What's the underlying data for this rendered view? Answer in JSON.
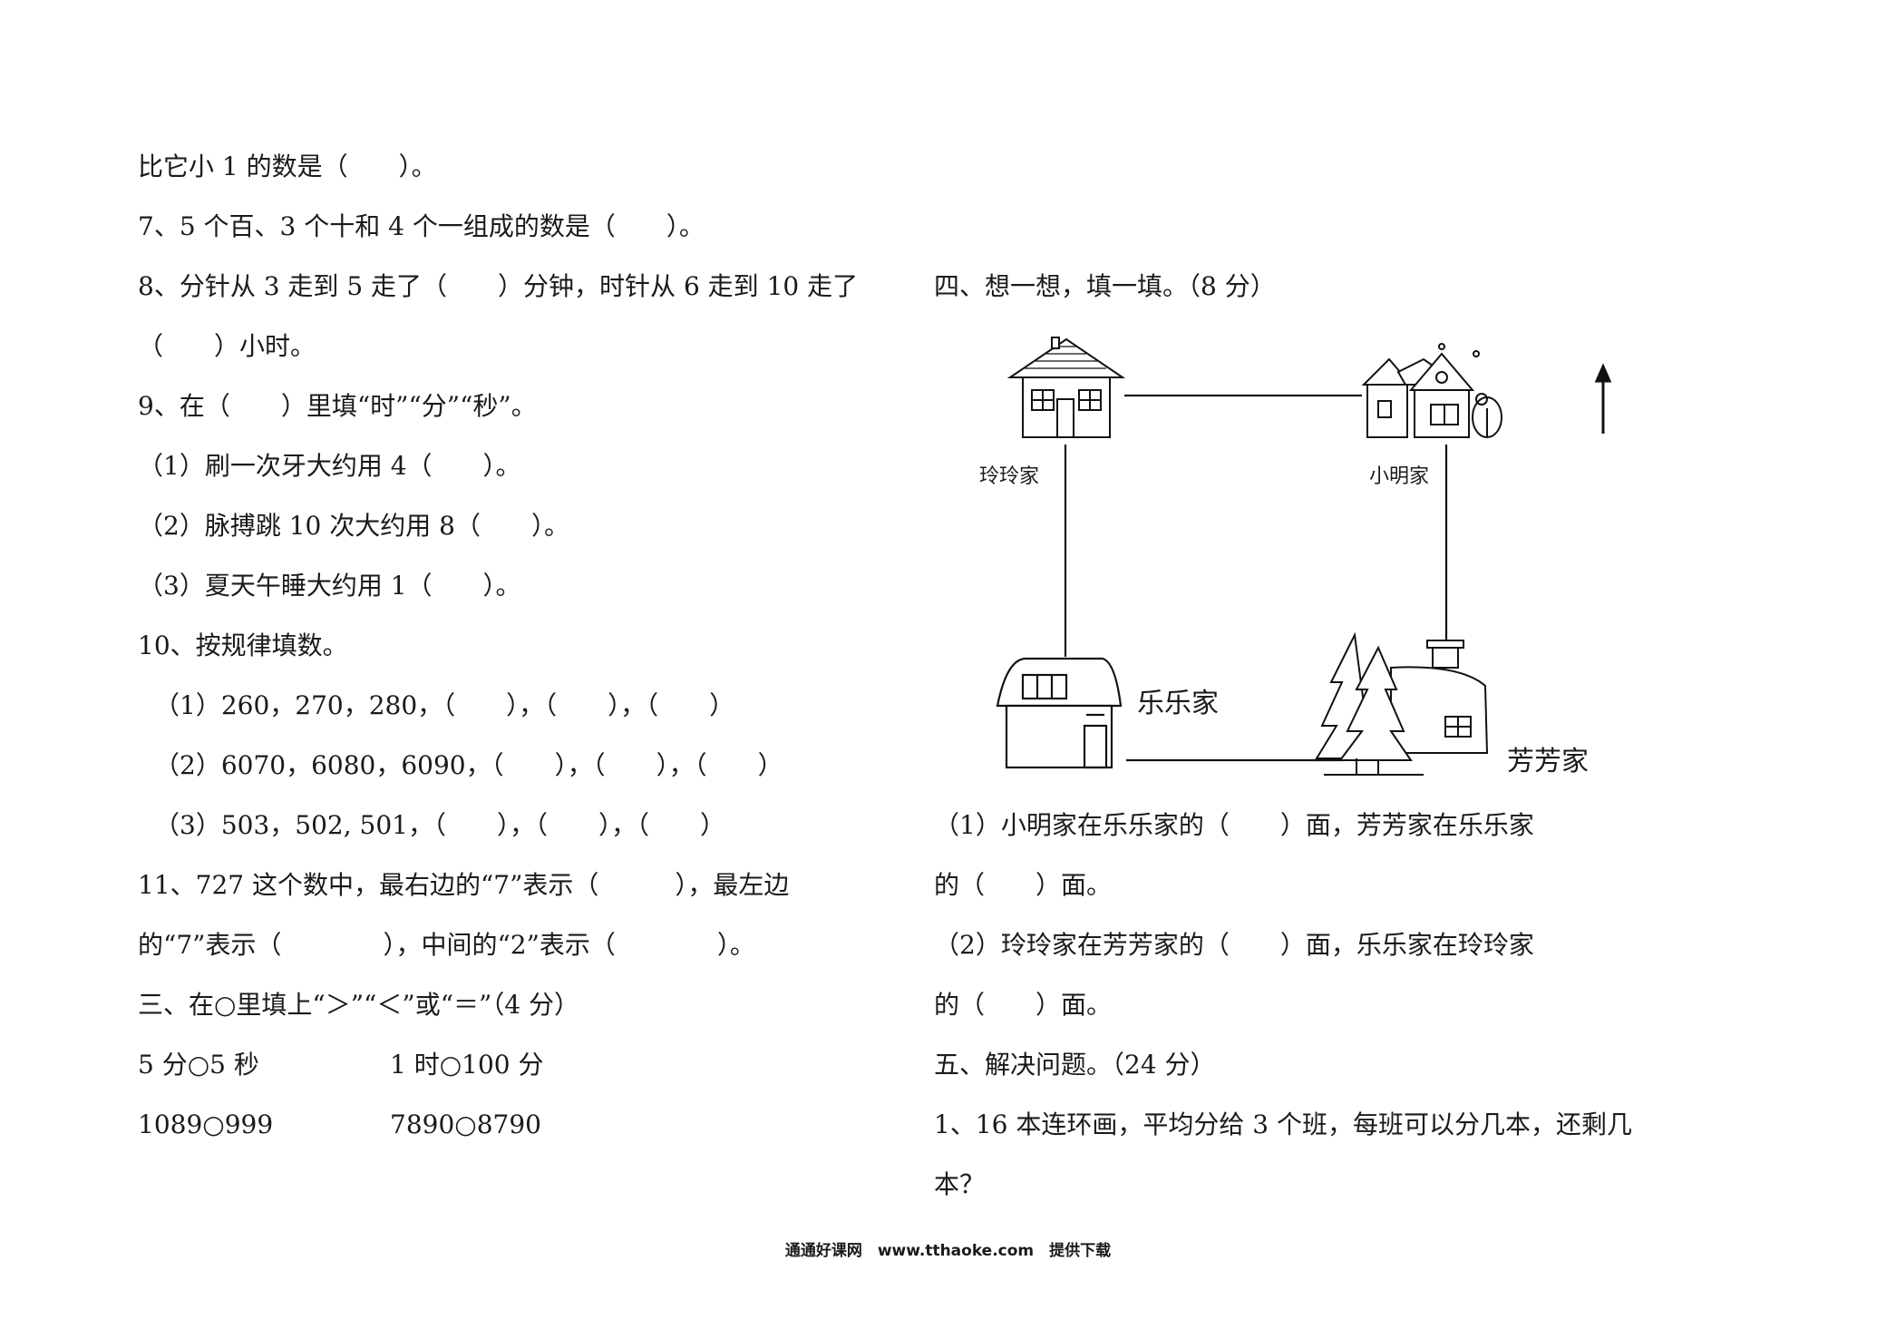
{
  "left": [
    "比它小 1 的数是（　　）。",
    "7、5 个百、3 个十和 4 个一组成的数是（　　）。",
    "8、分针从 3 走到 5 走了（　　）分钟，时针从 6 走到 10 走了",
    "（　　）小时。",
    "9、在（　　）里填“时”“分”“秒”。",
    "（1）刷一次牙大约用 4（　　）。",
    "（2）脉搏跳 10 次大约用 8（　　）。",
    "（3）夏天午睡大约用 1（　　）。",
    "10、按规律填数。",
    "（1）260，270，280，（　　），（　　），（　　）",
    "（2）6070，6080，6090，（　　），（　　），（　　）",
    "（3）503，502, 501，（　　），（　　），（　　）",
    "11、727 这个数中，最右边的“7”表示（　　　），最左边",
    "的“7”表示（　　　　），中间的“2”表示（　　　　）。",
    "三、在○里填上“＞”“＜”或“＝”（4 分）"
  ],
  "compare": [
    {
      "a": "5 分○5 秒",
      "b": "1 时○100 分"
    },
    {
      "a": "1089○999",
      "b": "7890○8790"
    }
  ],
  "right": [
    "四、想一想，填一填。（8 分）",
    "（1）小明家在乐乐家的（　　）面，芳芳家在乐乐家",
    "的（　　）面。",
    "（2）玲玲家在芳芳家的（　　）面，乐乐家在玲玲家",
    "的（　　）面。",
    "五、解决问题。（24 分）",
    "1、16 本连环画，平均分给 3 个班，每班可以分几本，还剩几",
    "本？"
  ],
  "map": {
    "lingling": "玲玲家",
    "xiaoming": "小明家",
    "lele": "乐乐家",
    "fangfang": "芳芳家"
  },
  "footer": "通通好课网　www.tthaoke.com　提供下载"
}
